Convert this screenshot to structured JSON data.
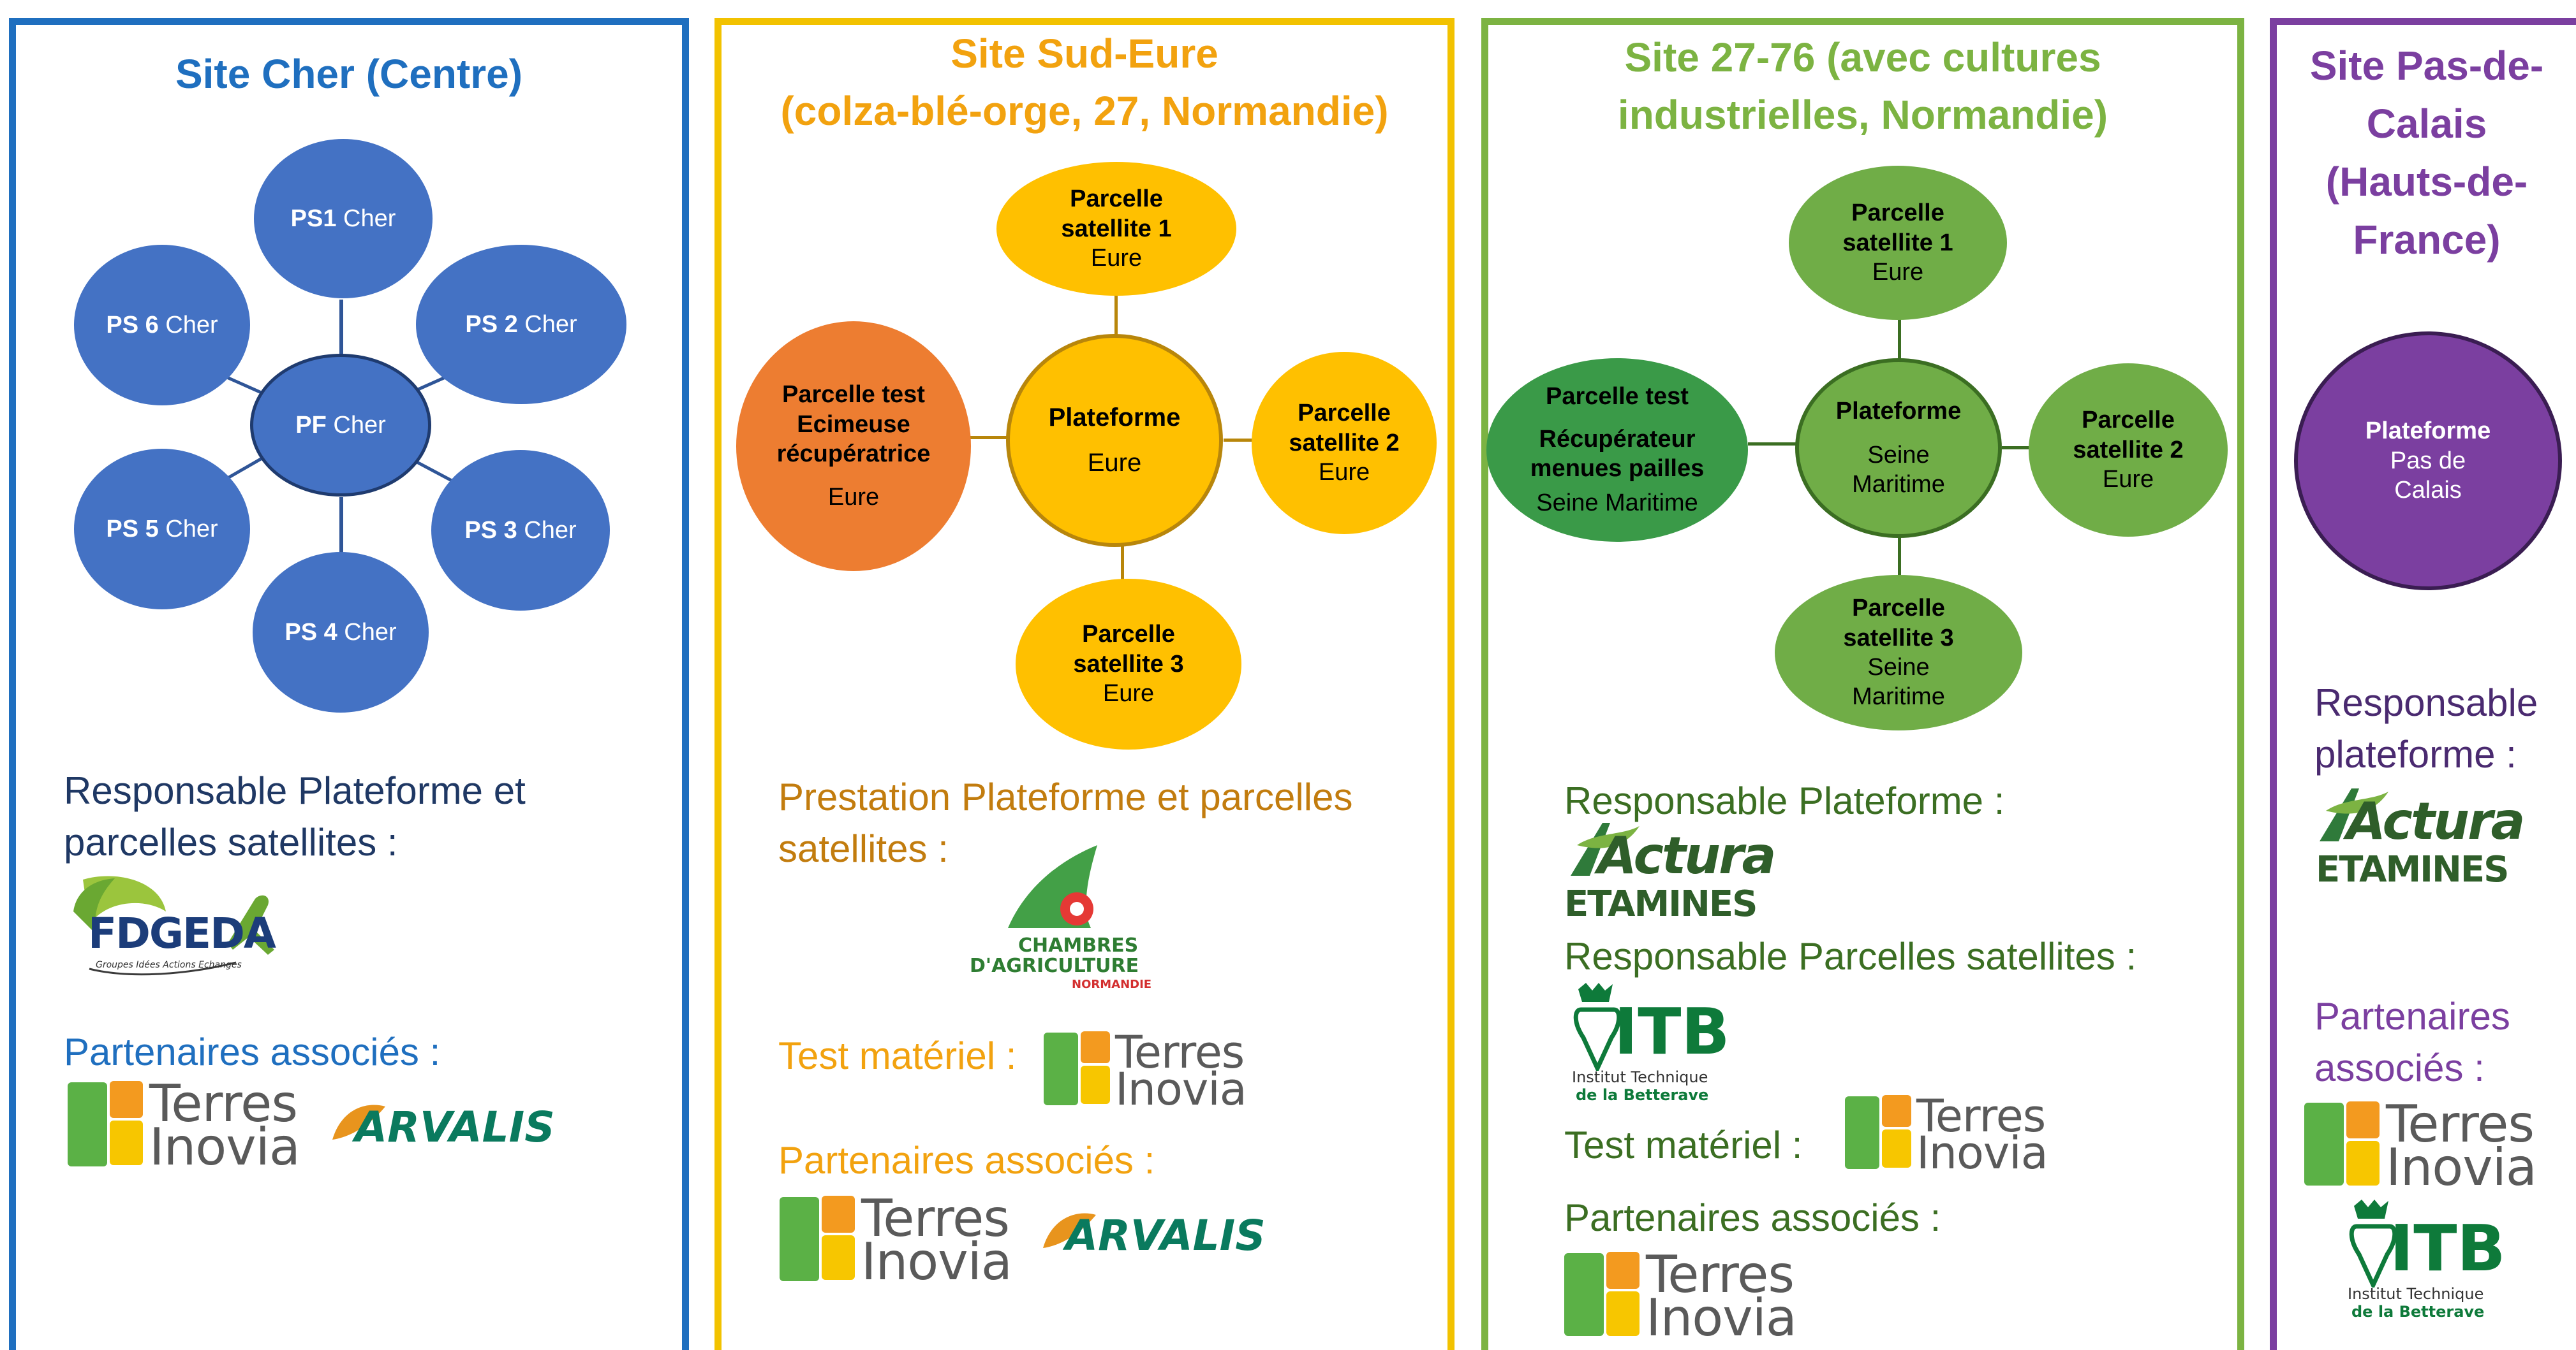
{
  "panels": {
    "cher": {
      "title": "Site Cher (Centre)",
      "color": "#1f6fbf",
      "center": {
        "b": "PF",
        "t": " Cher"
      },
      "satellites": [
        {
          "b": "PS1",
          "t": " Cher"
        },
        {
          "b": "PS 2",
          "t": " Cher"
        },
        {
          "b": "PS 3",
          "t": " Cher"
        },
        {
          "b": "PS 4",
          "t": " Cher"
        },
        {
          "b": "PS 5",
          "t": " Cher"
        },
        {
          "b": "PS 6",
          "t": " Cher"
        }
      ],
      "resp_label": "Responsable Plateforme et\nparcelles satellites :",
      "partners_label": "Partenaires associés :",
      "logos": {
        "fdgeda": "FDGEDA",
        "fdgeda_tagline": "Groupes Idées Actions Echanges",
        "terres": [
          "Terres",
          "Inovia"
        ],
        "arvalis": "ARVALIS"
      }
    },
    "sudeure": {
      "title": "Site Sud-Eure\n(colza-blé-orge, 27, Normandie)",
      "color": "#f2a20f",
      "center": {
        "b": "Plateforme",
        "t": "Eure"
      },
      "sat1": {
        "b": "Parcelle\nsatellite 1",
        "t": "Eure"
      },
      "sat2": {
        "b": "Parcelle\nsatellite 2",
        "t": "Eure"
      },
      "sat3": {
        "b": "Parcelle\nsatellite 3",
        "t": "Eure"
      },
      "test": {
        "b": "Parcelle test\nEcimeuse\nrécupératrice",
        "t": "Eure"
      },
      "prest_label": "Prestation Plateforme et parcelles\nsatellites :",
      "test_label": "Test matériel :",
      "partners_label": "Partenaires associés :",
      "logos": {
        "chambres": [
          "CHAMBRES",
          "D'AGRICULTURE"
        ],
        "chambres_region": "NORMANDIE",
        "terres": [
          "Terres",
          "Inovia"
        ],
        "arvalis": "ARVALIS"
      }
    },
    "s2776": {
      "title": "Site 27-76 (avec cultures\nindustrielles, Normandie)",
      "color": "#7cb342",
      "center": {
        "b": "Plateforme",
        "t": "Seine\nMaritime"
      },
      "sat1": {
        "b": "Parcelle\nsatellite 1",
        "t": "Eure"
      },
      "sat2": {
        "b": "Parcelle\nsatellite 2",
        "t": "Eure"
      },
      "sat3": {
        "b": "Parcelle\nsatellite 3",
        "t": "Seine\nMaritime"
      },
      "test": {
        "b": "Parcelle test",
        "b2": "Récupérateur\nmenues pailles",
        "t": "Seine Maritime"
      },
      "resp_label": "Responsable Plateforme :",
      "resp_sat_label": "Responsable Parcelles satellites :",
      "test_label": "Test matériel :",
      "partners_label": "Partenaires associés :",
      "logos": {
        "actura": [
          "Actura",
          "ETAMINES"
        ],
        "itb": "ITB",
        "itb_sub": [
          "Institut Technique",
          "de la Betterave"
        ],
        "terres": [
          "Terres",
          "Inovia"
        ]
      }
    },
    "pdc": {
      "title": "Site Pas-de-\nCalais\n(Hauts-de-\nFrance)",
      "color": "#7b3fa0",
      "center": {
        "b": "Plateforme",
        "t": "Pas de\nCalais"
      },
      "resp_label": "Responsable\nplateforme :",
      "partners_label": "Partenaires\nassociés :",
      "logos": {
        "actura": [
          "Actura",
          "ETAMINES"
        ],
        "itb": "ITB",
        "itb_sub": [
          "Institut Technique",
          "de la Betterave"
        ],
        "terres": [
          "Terres",
          "Inovia"
        ]
      }
    }
  },
  "colors": {
    "cher_node": "#4472c4",
    "cher_center_border": "#1f3b6f",
    "sudeure_node": "#ffc000",
    "sudeure_test": "#ed7d31",
    "green_node": "#70ad47",
    "green_test": "#3a9a48",
    "purple_node": "#7b3fa0",
    "terres_green": "#5bb146",
    "terres_orange": "#f39a1f",
    "terres_yellow": "#f7c600",
    "arvalis_green": "#0a7a5e",
    "actura_green": "#2f7a3a",
    "itb_green": "#0e7a3a"
  }
}
